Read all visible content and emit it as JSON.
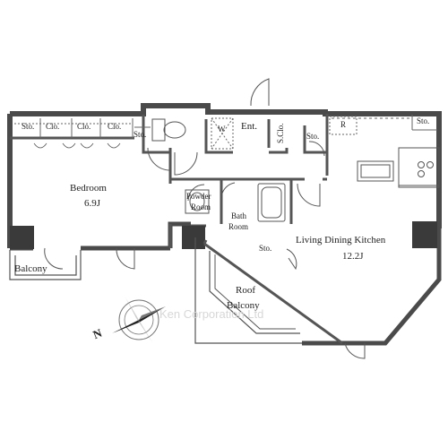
{
  "rooms": {
    "bedroom": {
      "name": "Bedroom",
      "size": "6.9J"
    },
    "ldk": {
      "name": "Living Dining Kitchen",
      "size": "12.2J"
    },
    "powder": {
      "line1": "Powder",
      "line2": "Room"
    },
    "bath": {
      "line1": "Bath",
      "line2": "Room"
    },
    "roof_balcony": {
      "line1": "Roof",
      "line2": "Balcony"
    },
    "balcony": "Balcony",
    "entrance": "Ent."
  },
  "storage": {
    "sto": "Sto.",
    "clo": "Clo.",
    "shoe_closet": "S.Clo.",
    "washer": "W",
    "refrigerator": "R"
  },
  "compass": {
    "letter": "N"
  },
  "watermark": "Ken Corporation Ltd",
  "colors": {
    "wall": "#4a4a4a",
    "line": "#333333",
    "pillar": "#3a3a3a"
  }
}
